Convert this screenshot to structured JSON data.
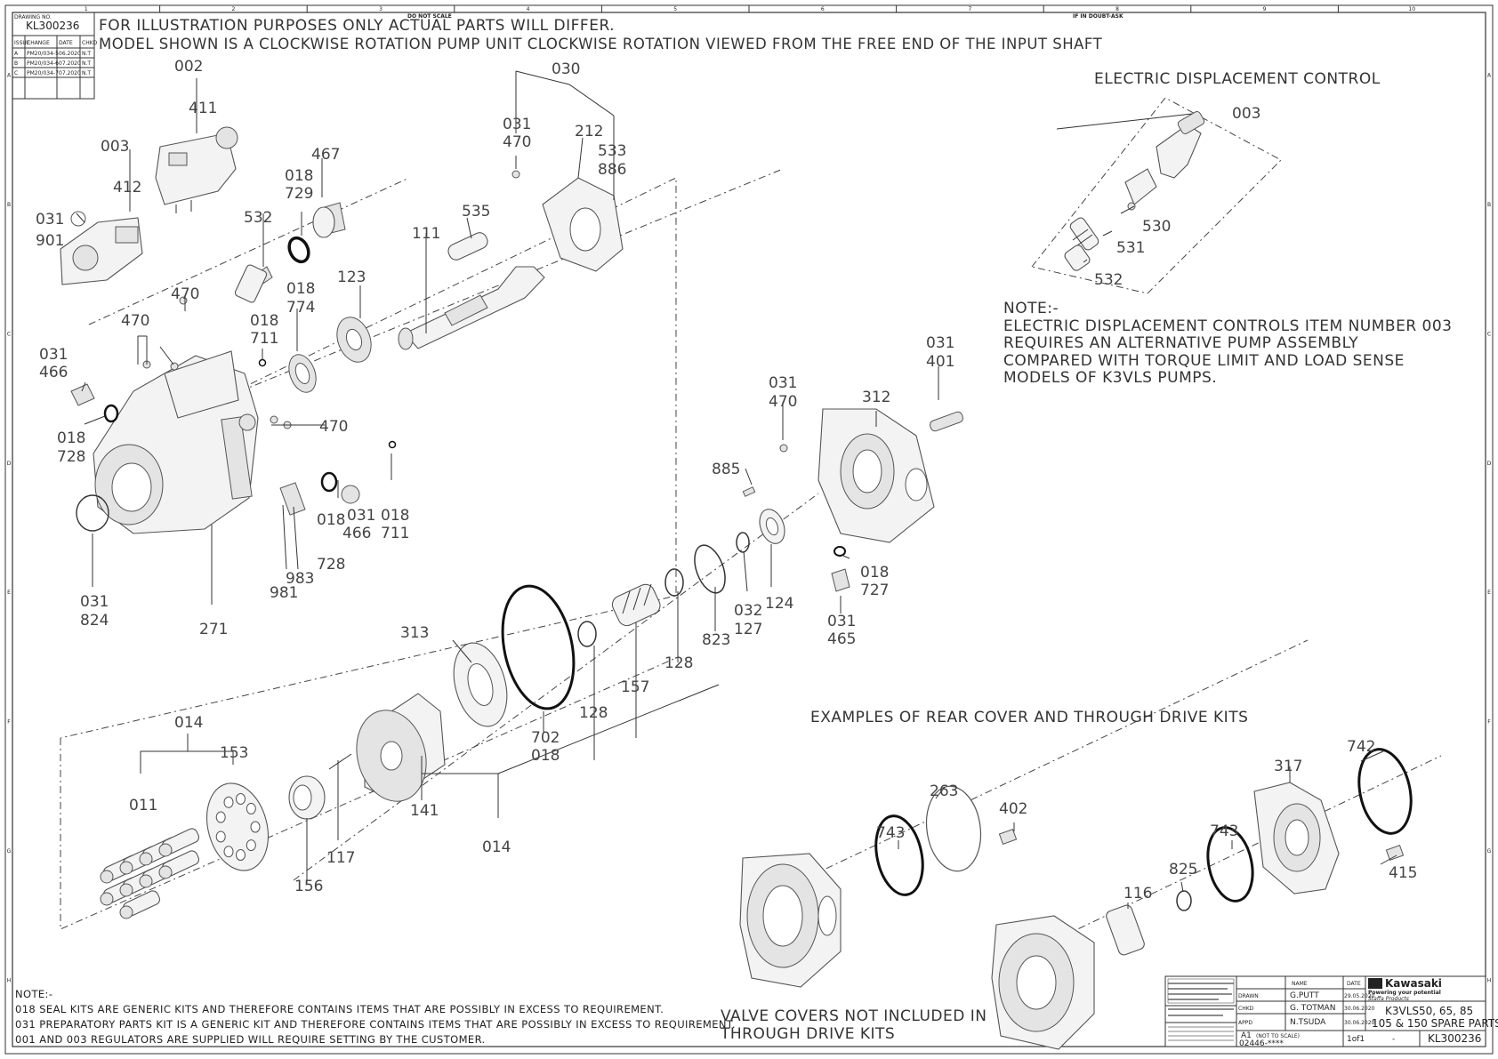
{
  "header": {
    "drawing_no_label": "DRAWING NO.",
    "drawing_no": "KL300236",
    "illustration_note": "FOR ILLUSTRATION PURPOSES ONLY ACTUAL PARTS WILL DIFFER.",
    "rotation_note": "MODEL SHOWN IS A CLOCKWISE ROTATION PUMP UNIT CLOCKWISE ROTATION VIEWED FROM THE FREE END OF THE INPUT SHAFT",
    "do_not_scale": "DO NOT SCALE",
    "in_doubt": "IF IN DOUBT-ASK",
    "revisions_header": [
      "ISSUE",
      "CHANGE",
      "DATE",
      "CHKD"
    ],
    "revisions": [
      [
        "A",
        "PM20/034-5",
        "06.2020",
        "N.T"
      ],
      [
        "B",
        "PM20/034-6",
        "07.2020",
        "N.T"
      ],
      [
        "C",
        "PM20/034-7",
        "07.2020",
        "N.T"
      ]
    ]
  },
  "grid": {
    "columns": [
      "1",
      "2",
      "3",
      "4",
      "5",
      "6",
      "7",
      "8",
      "9",
      "10"
    ],
    "rows": [
      "A",
      "B",
      "C",
      "D",
      "E",
      "F",
      "G",
      "H"
    ]
  },
  "sections": {
    "edc_title": "ELECTRIC DISPLACEMENT CONTROL",
    "edc_note": [
      "NOTE:-",
      "ELECTRIC DISPLACEMENT CONTROLS ITEM NUMBER 003",
      "REQUIRES AN ALTERNATIVE PUMP ASSEMBLY",
      "COMPARED WITH TORQUE LIMIT AND LOAD SENSE",
      "MODELS OF K3VLS PUMPS."
    ],
    "rear_cover_title": "EXAMPLES OF REAR COVER AND THROUGH DRIVE KITS",
    "valve_cover_note": [
      "VALVE COVERS NOT INCLUDED IN",
      "THROUGH DRIVE KITS"
    ]
  },
  "notes": [
    "NOTE:-",
    "018 SEAL KITS ARE GENERIC KITS AND THEREFORE CONTAINS ITEMS THAT ARE POSSIBLY IN EXCESS TO REQUIREMENT.",
    "031 PREPARATORY PARTS KIT IS A GENERIC KIT AND THEREFORE CONTAINS ITEMS THAT ARE POSSIBLY IN EXCESS TO REQUIREMENT.",
    "001 AND 003 REGULATORS ARE SUPPLIED WILL REQUIRE SETTING BY THE CUSTOMER."
  ],
  "labels": {
    "l002": "002",
    "l411": "411",
    "l003": "003",
    "l412": "412",
    "l031a": "031",
    "l901": "901",
    "l467": "467",
    "l018a": "018",
    "l729": "729",
    "l532": "532",
    "l470a": "470",
    "l018b": "018",
    "l774": "774",
    "l123": "123",
    "l018c": "018",
    "l711a": "711",
    "l470b": "470",
    "l031b": "031",
    "l466a": "466",
    "l018d": "018",
    "l728a": "728",
    "l470c": "470",
    "l031c": "031",
    "l466b": "466",
    "l018e": "018",
    "l711b": "711",
    "l018f": "018",
    "l728b": "728",
    "l983": "983",
    "l981": "981",
    "l031d": "031",
    "l824": "824",
    "l271": "271",
    "l030": "030",
    "l031e": "031",
    "l470d": "470",
    "l212": "212",
    "l533": "533",
    "l886": "886",
    "l535": "535",
    "l111": "111",
    "l031f": "031",
    "l401": "401",
    "l031g": "031",
    "l470e": "470",
    "l312": "312",
    "l885": "885",
    "l018g": "018",
    "l727": "727",
    "l031h": "031",
    "l465": "465",
    "l124": "124",
    "l032": "032",
    "l127": "127",
    "l823": "823",
    "l128a": "128",
    "l157": "157",
    "l128b": "128",
    "l313": "313",
    "l702": "702",
    "l018h": "018",
    "l014a": "014",
    "l153": "153",
    "l011": "011",
    "l141": "141",
    "l014b": "014",
    "l117": "117",
    "l156": "156",
    "l003b": "003",
    "l530": "530",
    "l531": "531",
    "l532b": "532",
    "l742": "742",
    "l317": "317",
    "l263": "263",
    "l402": "402",
    "l743a": "743",
    "l743b": "743",
    "l825": "825",
    "l116": "116",
    "l415": "415"
  },
  "title_block": {
    "drawn_label": "DRAWN",
    "drawn_name": "G.PUTT",
    "drawn_date": "29.05.2020",
    "checked_label": "CHKD",
    "checked_name": "G. TOTMAN",
    "checked_date": "30.06.2020",
    "approved_label": "APPD",
    "approved_name": "N.TSUDA",
    "approved_date": "30.06.2020",
    "name_label": "NAME",
    "date_label": "DATE",
    "company": "Kawasaki",
    "tagline": "Powering your potential",
    "division": "Staffa Products",
    "title_line1": "K3VLS50, 65, 85",
    "title_line2": "105 & 150 SPARE PARTS",
    "size": "A1",
    "scale": "(NOT TO SCALE)",
    "sheet": "1of1",
    "issue": "-",
    "drawing_no": "KL300236",
    "customer_no": "02446-****"
  }
}
